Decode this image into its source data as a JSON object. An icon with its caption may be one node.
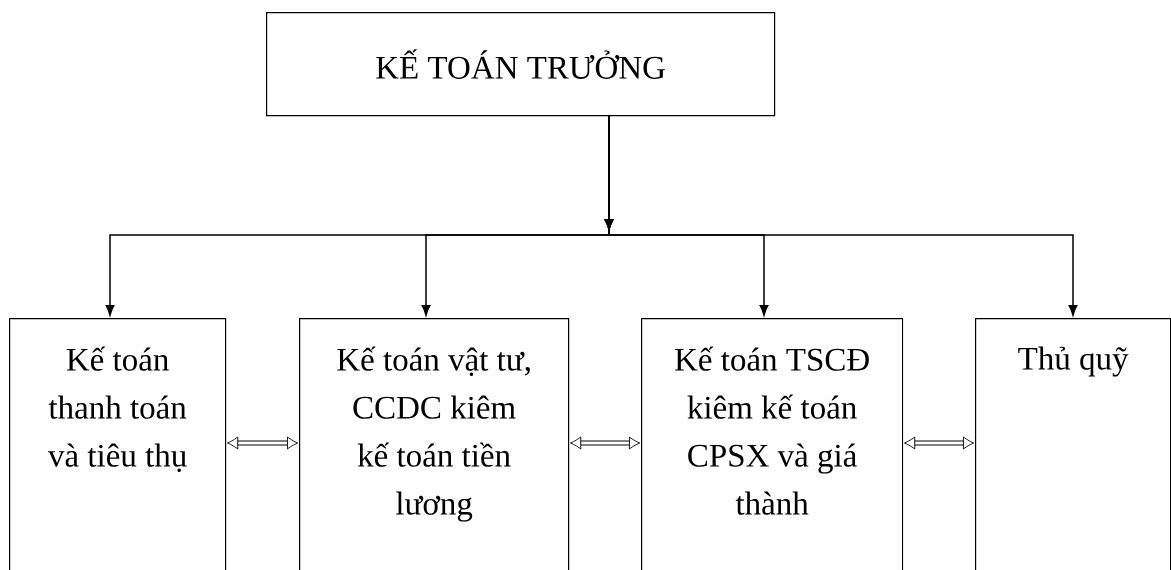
{
  "diagram": {
    "nodes": [
      {
        "text": [
          "KẾ TOÁN TRƯỞNG"
        ]
      },
      {
        "text": [
          "Kế toán thanh toán và tiêu thụ"
        ]
      },
      {
        "text": [
          "Kế toán vật tư, CCDC kiêm kế toán tiền lương"
        ]
      },
      {
        "text": [
          "Kế toán TSCĐ kiêm kế toán CPSX và giá thành"
        ]
      },
      {
        "text": [
          "Thủ quỹ"
        ]
      }
    ],
    "edges": [
      {
        "from": 0,
        "to": 1,
        "arrow": "to"
      },
      {
        "from": 0,
        "to": 2,
        "arrow": "to"
      },
      {
        "from": 0,
        "to": 3,
        "arrow": "to"
      },
      {
        "from": 0,
        "to": 4,
        "arrow": "to"
      },
      {
        "from": 1,
        "to": 2,
        "arrow": "both",
        "style": "thick"
      },
      {
        "from": 2,
        "to": 3,
        "arrow": "both",
        "style": "thick"
      },
      {
        "from": 3,
        "to": 4,
        "arrow": "both",
        "style": "thick"
      }
    ]
  }
}
